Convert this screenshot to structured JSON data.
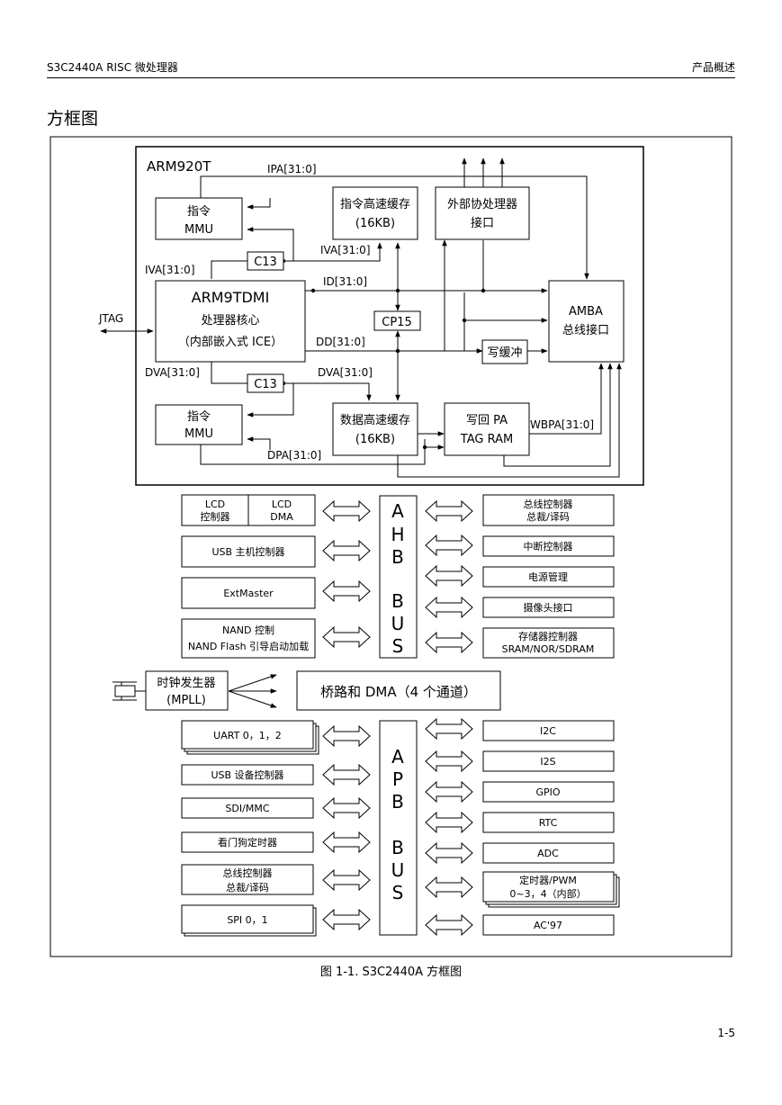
{
  "header": {
    "left": "S3C2440A RISC 微处理器",
    "right": "产品概述"
  },
  "page_title": "方框图",
  "caption": "图 1-1. S3C2440A 方框图",
  "page_number": "1-5",
  "core": {
    "title": "ARM920T",
    "immu": [
      "指令",
      "MMU"
    ],
    "dmmu": [
      "指令",
      "MMU"
    ],
    "icache": [
      "指令高速缓存",
      "(16KB)"
    ],
    "dcache": [
      "数据高速缓存",
      "(16KB)"
    ],
    "coproc": [
      "外部协处理器",
      "接口"
    ],
    "cpu": [
      "ARM9TDMI",
      "处理器核心",
      "（内部嵌入式 ICE）"
    ],
    "amba": [
      "AMBA",
      "总线接口"
    ],
    "cp15": "CP15",
    "c13": "C13",
    "wbuf": "写缓冲",
    "tagram": [
      "写回 PA",
      "TAG RAM"
    ],
    "signals": {
      "ipa": "IPA[31:0]",
      "iva_top": "IVA[31:0]",
      "iva_left": "IVA[31:0]",
      "id": "ID[31:0]",
      "dd": "DD[31:0]",
      "dva_left": "DVA[31:0]",
      "dva_right": "DVA[31:0]",
      "dpa": "DPA[31:0]",
      "wbpa": "WBPA[31:0]",
      "jtag": "JTAG"
    }
  },
  "ahb": {
    "bus_letters": [
      "A",
      "H",
      "B",
      "B",
      "U",
      "S"
    ],
    "left": {
      "lcd_ctrl": [
        "LCD",
        "控制器"
      ],
      "lcd_dma": [
        "LCD",
        "DMA"
      ],
      "usb_host": "USB 主机控制器",
      "extmaster": "ExtMaster",
      "nand": [
        "NAND 控制",
        "NAND Flash 引导启动加载"
      ]
    },
    "right": {
      "bus_ctrl": [
        "总线控制器",
        "总裁/译码"
      ],
      "intc": "中断控制器",
      "power": "电源管理",
      "camera": "摄像头接口",
      "memctrl": [
        "存储器控制器",
        "SRAM/NOR/SDRAM"
      ]
    }
  },
  "clock": [
    "时钟发生器",
    "(MPLL)"
  ],
  "bridge": "桥路和 DMA（4 个通道）",
  "apb": {
    "bus_letters": [
      "A",
      "P",
      "B",
      "B",
      "U",
      "S"
    ],
    "left": {
      "uart": "UART 0，1，2",
      "usb_dev": "USB 设备控制器",
      "sdi": "SDI/MMC",
      "wdt": "看门狗定时器",
      "bus_ctrl": [
        "总线控制器",
        "总裁/译码"
      ],
      "spi": "SPI 0，1"
    },
    "right": {
      "i2c": "I2C",
      "i2s": "I2S",
      "gpio": "GPIO",
      "rtc": "RTC",
      "adc": "ADC",
      "timer": [
        "定时器/PWM",
        "0~3，4（内部）"
      ],
      "ac97": "AC'97"
    }
  }
}
